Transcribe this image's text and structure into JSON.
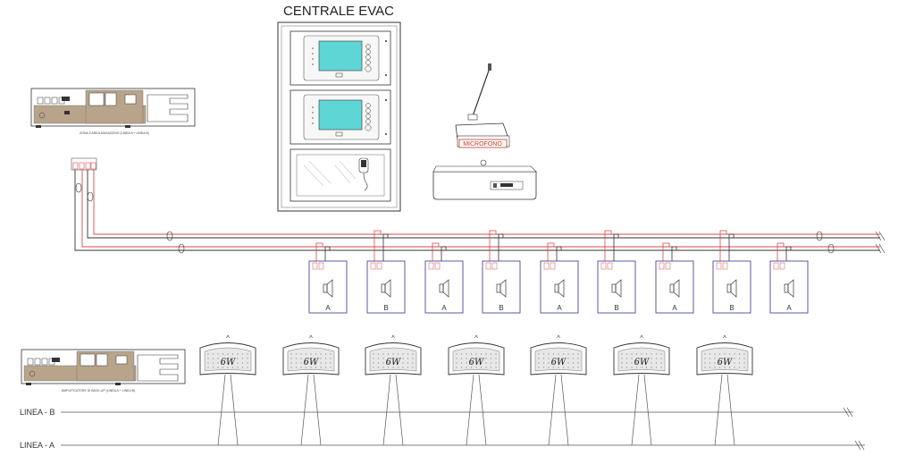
{
  "title": "CENTRALE EVAC",
  "microphone_label": "MICROFONO",
  "amplifier_zone_label": "ZONA 3 AREA MAGAZZINO (LINEA A + LINEA B)",
  "amplifier_backup_label": "AMPLIFICATORE DI BACK-UP (LINEA A + LINEA B)",
  "wall_speakers": [
    {
      "line": "A"
    },
    {
      "line": "B"
    },
    {
      "line": "A"
    },
    {
      "line": "B"
    },
    {
      "line": "A"
    },
    {
      "line": "B"
    },
    {
      "line": "A"
    },
    {
      "line": "B"
    },
    {
      "line": "A"
    }
  ],
  "ceiling_speakers": [
    {
      "power": "6W",
      "mark": "^"
    },
    {
      "power": "6W",
      "mark": "^"
    },
    {
      "power": "6W",
      "mark": "^"
    },
    {
      "power": "6W",
      "mark": "^"
    },
    {
      "power": "6W",
      "mark": "^"
    },
    {
      "power": "6W",
      "mark": "^"
    },
    {
      "power": "6W",
      "mark": "^"
    }
  ],
  "lines": {
    "linea_b": "LINEA - B",
    "linea_a": "LINEA - A"
  },
  "colors": {
    "red_wire": "#d94a4a",
    "dark_wire": "#333333",
    "wall_box": "#4a4a9a",
    "screen": "#5fd6d6",
    "wood": "#b8a48a"
  }
}
